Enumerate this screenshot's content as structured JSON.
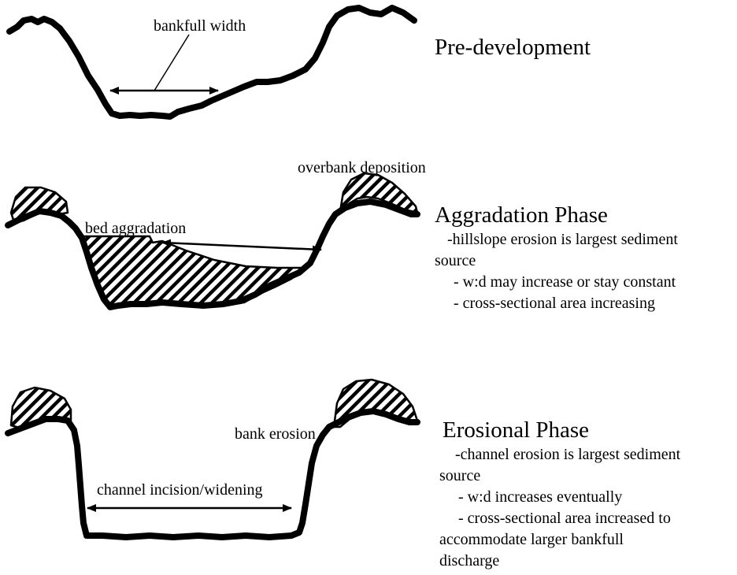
{
  "panels": [
    {
      "title": "Pre-development",
      "labels": {
        "width": "bankfull width"
      },
      "notes": []
    },
    {
      "title": "Aggradation Phase",
      "labels": {
        "deposition": "overbank deposition",
        "bed": "bed aggradation"
      },
      "notes": [
        "-hillslope erosion is largest sediment",
        "source",
        "- w:d may increase or stay constant",
        "- cross-sectional area increasing"
      ]
    },
    {
      "title": "Erosional Phase",
      "labels": {
        "bank": "bank erosion",
        "incision": "channel incision/widening"
      },
      "notes": [
        "-channel erosion is largest sediment",
        "source",
        "- w:d increases eventually",
        "- cross-sectional area increased to",
        "accommodate larger bankfull",
        "discharge"
      ]
    }
  ]
}
